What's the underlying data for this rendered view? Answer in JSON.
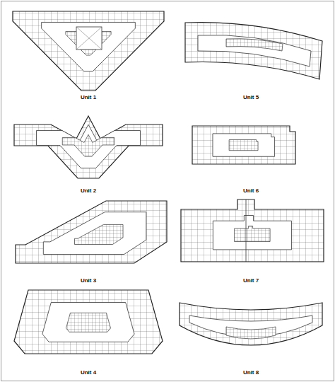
{
  "diagram": {
    "labels": [
      "Unit 1",
      "Unit 5",
      "Unit 2",
      "Unit 6",
      "Unit 3",
      "Unit 7",
      "Unit 4",
      "Unit 8"
    ]
  }
}
